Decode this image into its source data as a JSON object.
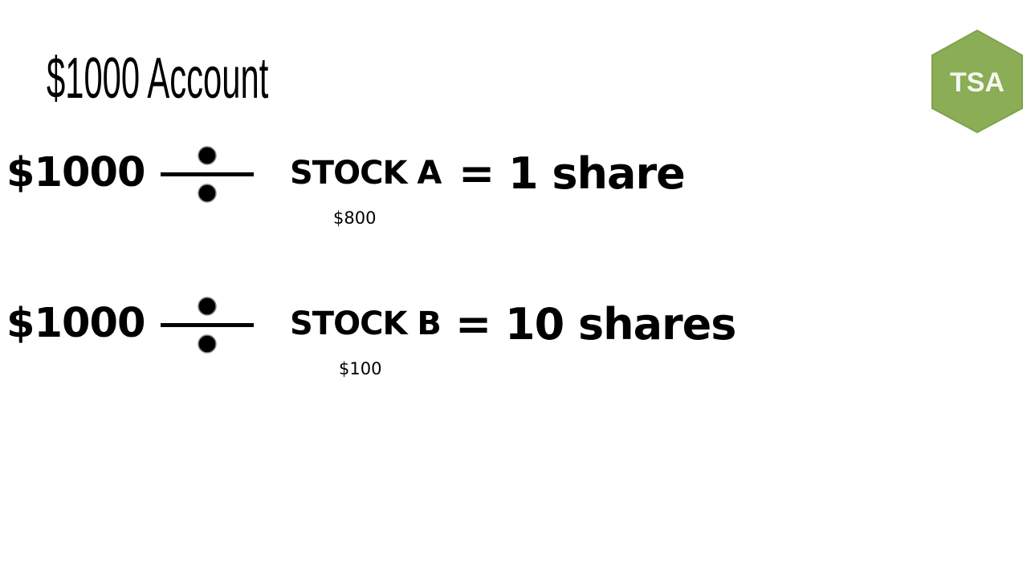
{
  "slide": {
    "title": "$1000 Account"
  },
  "logo": {
    "text": "TSA",
    "color": "#8aad55",
    "text_color": "#f4f7ef"
  },
  "rows": [
    {
      "amount": "$1000",
      "operator_icon": "division-sign-icon",
      "stock": "STOCK A",
      "price": "$800",
      "result": "= 1 share"
    },
    {
      "amount": "$1000",
      "operator_icon": "division-sign-icon",
      "stock": "STOCK B",
      "price": "$100",
      "result": "= 10 shares"
    }
  ]
}
